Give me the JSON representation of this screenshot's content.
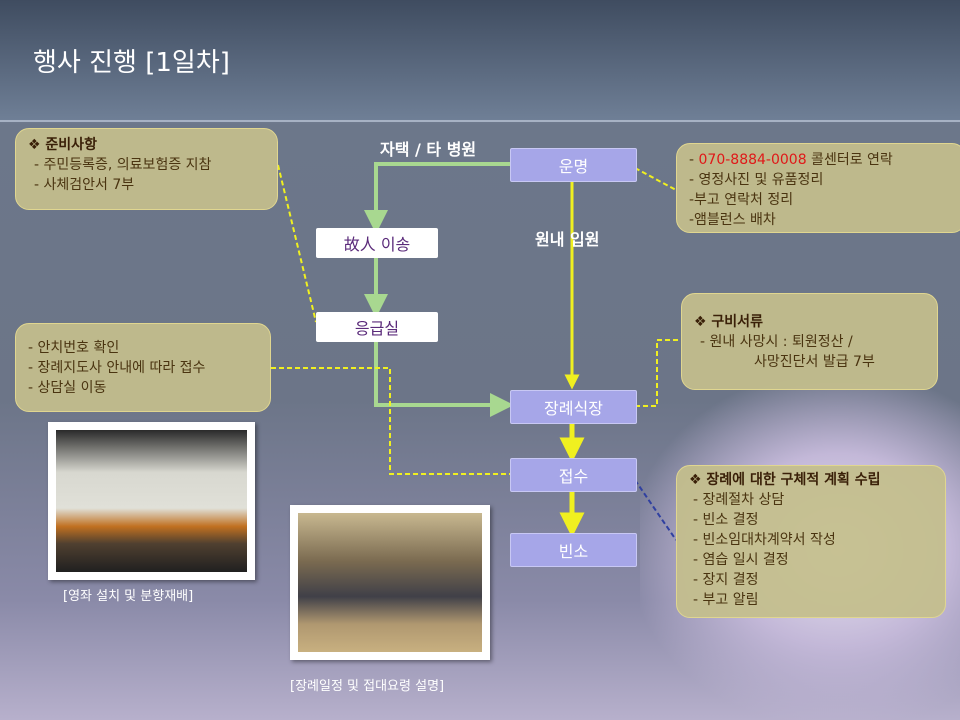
{
  "title": "행사 진행 [1일차]",
  "nodes": {
    "death": "운명",
    "transfer": "故人 이송",
    "er": "응급실",
    "funeral_hall": "장례식장",
    "reception": "접수",
    "mortuary": "빈소"
  },
  "labels": {
    "home_other": "자택 / 타 병원",
    "inpatient": "원내 입원"
  },
  "notes": {
    "prep": {
      "heading": "❖ 준비사항",
      "items": [
        "- 주민등록증, 의료보험증 지참",
        "- 사체검안서 7부"
      ]
    },
    "er_steps": {
      "items": [
        "- 안치번호 확인",
        "- 장례지도사 안내에 따라 접수",
        "- 상담실 이동"
      ]
    },
    "death_steps": {
      "phone": "070-8884-0008",
      "phone_prefix": "- ",
      "phone_suffix": " 콜센터로 연락",
      "items": [
        "- 영정사진 및 유품정리",
        "-부고 연락처 정리",
        "-앰블런스 배차"
      ]
    },
    "docs": {
      "heading": "❖ 구비서류",
      "items": [
        "- 원내 사망시 : 퇴원정산 /",
        "사망진단서 발급 7부"
      ]
    },
    "plan": {
      "heading": "❖ 장례에 대한 구체적 계획 수립",
      "items": [
        "- 장례절차 상담",
        "- 빈소 결정",
        "- 빈소임대차계약서 작성",
        "- 염습 일시 결정",
        "- 장지 결정",
        "- 부고 알림"
      ]
    }
  },
  "photos": {
    "altar_caption": "[영좌 설치 및 분향재배]",
    "meeting_caption": "[장례일정 및 접대요령 설명]"
  },
  "colors": {
    "green": "#a8d890",
    "yellow": "#f0f020",
    "node": "#a6a6e8"
  }
}
